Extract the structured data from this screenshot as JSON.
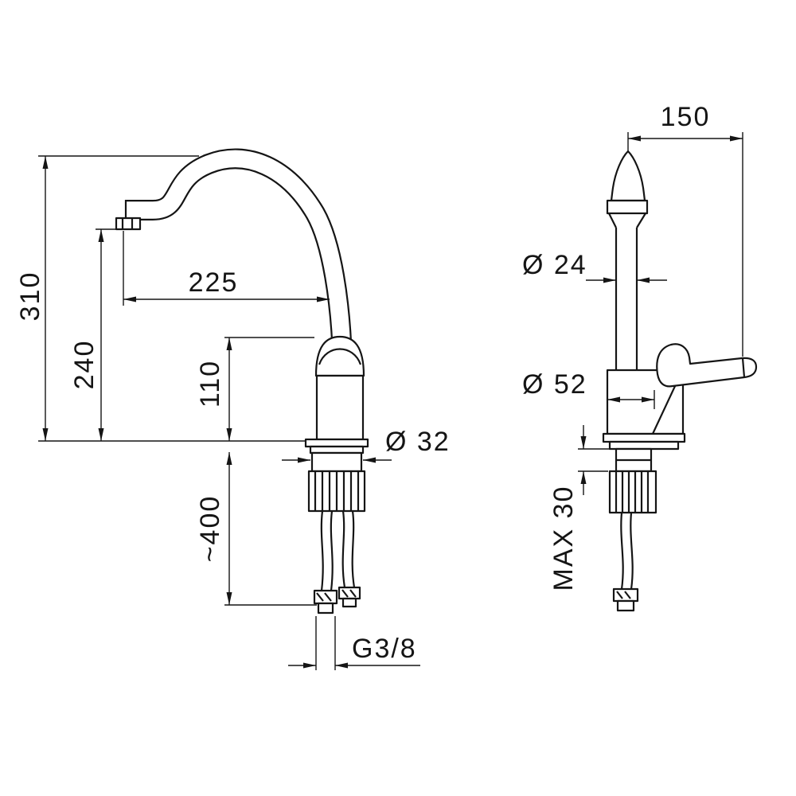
{
  "meta": {
    "background": "#ffffff",
    "line_color": "#151515",
    "drawing_type": "faucet dimensional drawing"
  },
  "side_view": {
    "dim_total_height": "310",
    "dim_spout_outlet_height": "240",
    "dim_spout_reach": "225",
    "dim_body_height": "110",
    "dim_shank_diameter": "Ø 32",
    "dim_hose_length": "~400",
    "dim_thread": "G3/8"
  },
  "front_view": {
    "dim_handle_reach": "150",
    "dim_column_diameter": "Ø 24",
    "dim_body_diameter": "Ø 52",
    "dim_max_deck_thickness": "MAX 30"
  }
}
